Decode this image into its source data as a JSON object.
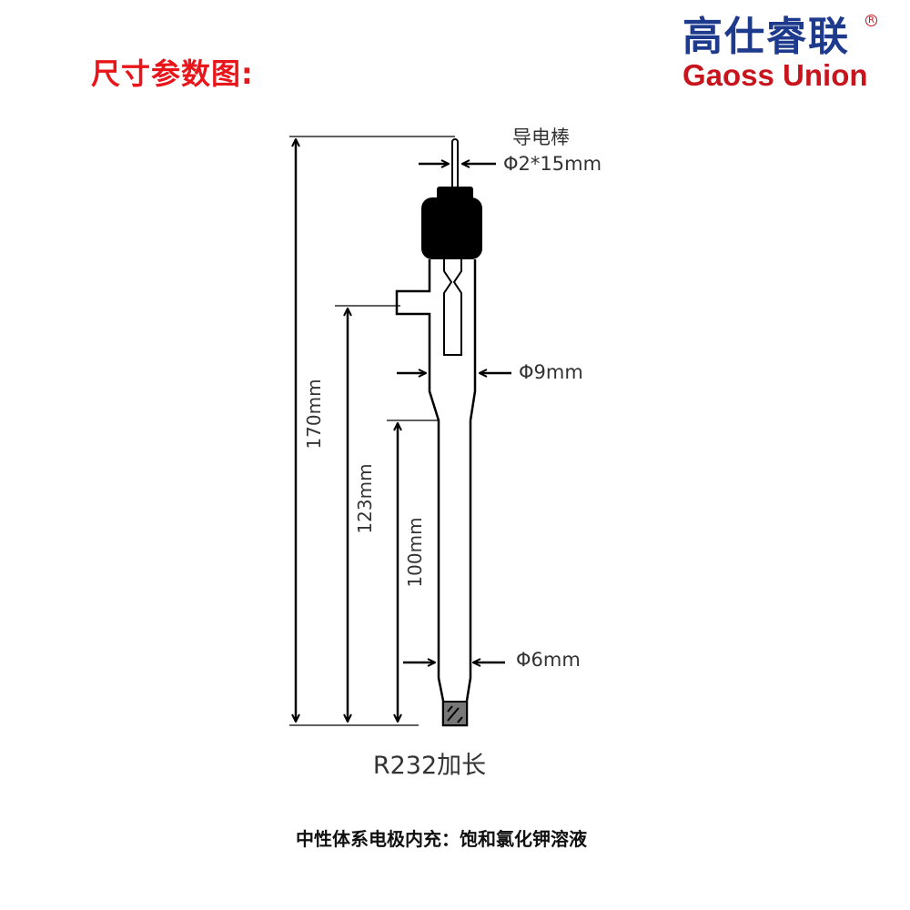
{
  "title": "尺寸参数图:",
  "logo": {
    "cn": "高仕睿联",
    "en": "Gaoss Union",
    "reg": "R"
  },
  "labels": {
    "rod_name": "导电棒",
    "rod_dim": "Φ2*15mm",
    "upper_dia": "Φ9mm",
    "lower_dia": "Φ6mm",
    "len_total": "170mm",
    "len_side": "123mm",
    "len_lower": "100mm",
    "model": "R232加长"
  },
  "caption": "中性体系电极内充：饱和氯化钾溶液"
}
